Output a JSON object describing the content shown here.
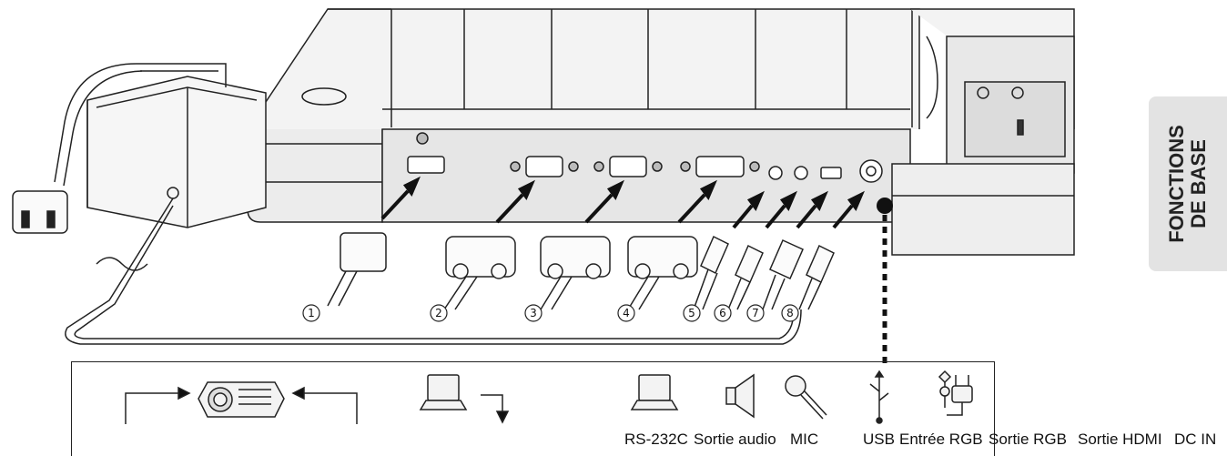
{
  "side_tab": {
    "line1": "FONCTIONS",
    "line2": "DE BASE"
  },
  "connector_numbers": [
    "1",
    "2",
    "3",
    "4",
    "5",
    "6",
    "7",
    "8"
  ],
  "legend_labels": {
    "rs232c": "RS-232C",
    "audio_out": "Sortie audio",
    "mic": "MIC",
    "usb": "USB",
    "rgb_in": "Entrée RGB",
    "rgb_out": "Sortie RGB",
    "hdmi_out": "Sortie HDMI",
    "dc_in": "DC IN"
  },
  "icons": [
    "ac-plug-icon",
    "power-adapter-icon",
    "projector-icon",
    "computer-icon",
    "speaker-icon",
    "microphone-icon",
    "usb-icon",
    "dc-power-icon"
  ]
}
